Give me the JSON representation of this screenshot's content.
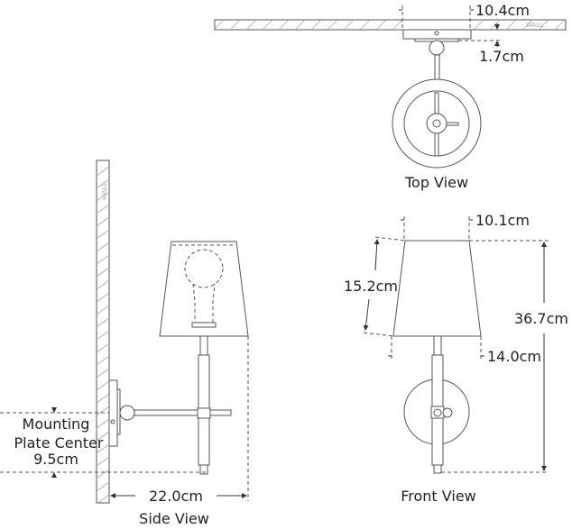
{
  "wall_label": "WALL",
  "top_view": {
    "title": "Top View",
    "plate_width": "10.4cm",
    "plate_depth": "1.7cm"
  },
  "side_view": {
    "title": "Side View",
    "extension": "22.0cm",
    "mounting_line1": "Mounting",
    "mounting_line2": "Plate Center",
    "mounting_value": "9.5cm"
  },
  "front_view": {
    "title": "Front View",
    "shade_top": "10.1cm",
    "shade_bottom": "14.0cm",
    "shade_height": "15.2cm",
    "overall_height": "36.7cm"
  }
}
